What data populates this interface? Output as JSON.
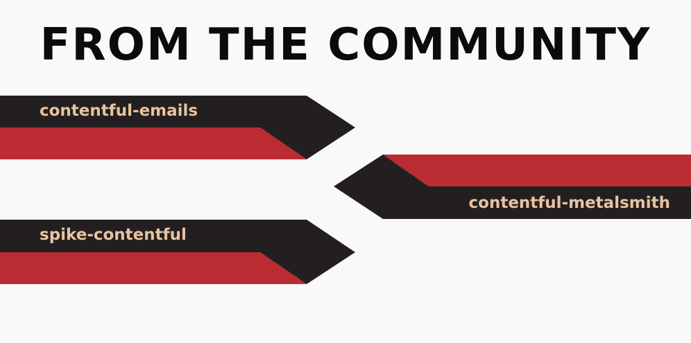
{
  "title": "FROM THE COMMUNITY",
  "colors": {
    "background": "#f9f9f9",
    "banner_dark": "#231f20",
    "banner_red": "#ba2c32",
    "label_text": "#e9c3a0",
    "title_text": "#0b0b0b"
  },
  "banners": [
    {
      "label": "contentful-emails",
      "pointing": "right"
    },
    {
      "label": "contentful-metalsmith",
      "pointing": "left"
    },
    {
      "label": "spike-contentful",
      "pointing": "right"
    }
  ]
}
